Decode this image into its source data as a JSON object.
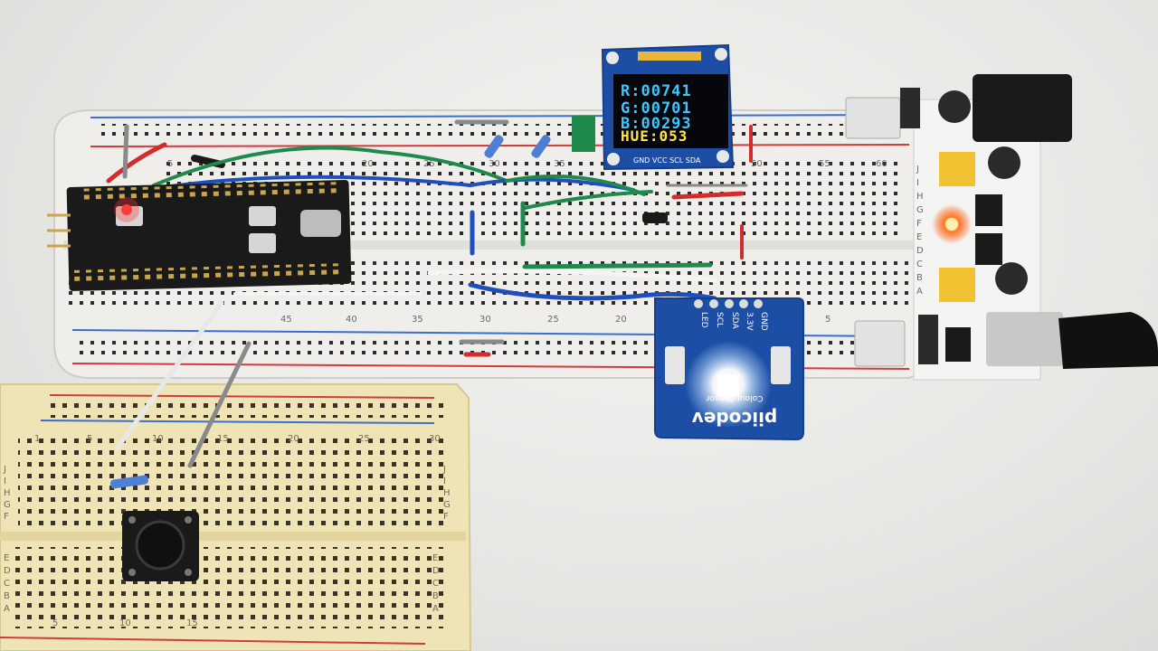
{
  "oled": {
    "lines": [
      {
        "text": "R:00741",
        "color": "#38c8ff"
      },
      {
        "text": "G:00701",
        "color": "#38c8ff"
      },
      {
        "text": "B:00293",
        "color": "#38c8ff"
      },
      {
        "text": "HUE:053",
        "color": "#ffe640"
      }
    ],
    "pcb_label": "GND VCC SCL SDA"
  },
  "sensor": {
    "pins": [
      "LED",
      "SCL",
      "SDA",
      "3.3V",
      "GND"
    ],
    "brand": "piicodev",
    "subtitle": "Colour Sensor"
  },
  "main_breadboard": {
    "column_numbers": [
      "5",
      "20",
      "25",
      "30",
      "35",
      "50",
      "55",
      "60"
    ],
    "lower_numbers": [
      "45",
      "40",
      "35",
      "30",
      "25",
      "20",
      "5"
    ],
    "row_letters_right": [
      "J",
      "I",
      "H",
      "G",
      "F",
      "E",
      "D",
      "C",
      "B",
      "A"
    ]
  },
  "small_breadboard": {
    "column_numbers": [
      "1",
      "5",
      "10",
      "15",
      "20",
      "25",
      "30"
    ],
    "row_letters_top": [
      "J",
      "I",
      "H",
      "G",
      "F"
    ],
    "row_letters_bottom": [
      "E",
      "D",
      "C",
      "B",
      "A"
    ],
    "bottom_numbers": [
      "5",
      "10",
      "15"
    ]
  },
  "colors": {
    "breadboard": "#efeeea",
    "small_breadboard": "#efe4b5",
    "rail_red": "#d23b3b",
    "rail_blue": "#3a6fd0",
    "wire_green": "#1f8a4c",
    "wire_blue": "#1f4fbf",
    "wire_red": "#d22d2d",
    "pcb_blue": "#1d4ea6",
    "mcu_board": "#1a1a1a"
  }
}
